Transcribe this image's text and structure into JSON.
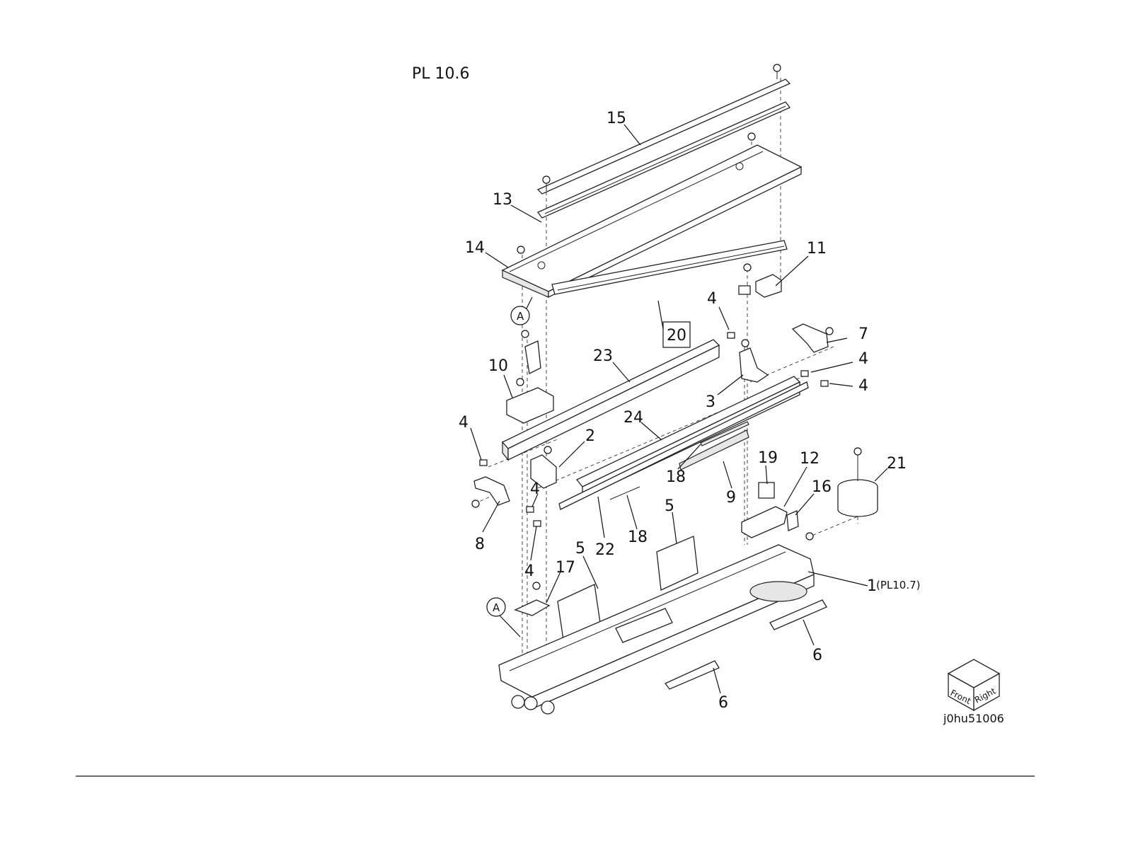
{
  "header": {
    "title": "PL 10.6"
  },
  "callouts": [
    {
      "id": "c15",
      "text": "15"
    },
    {
      "id": "c13",
      "text": "13"
    },
    {
      "id": "c14",
      "text": "14"
    },
    {
      "id": "c11",
      "text": "11"
    },
    {
      "id": "c4a",
      "text": "4"
    },
    {
      "id": "c20",
      "text": "20"
    },
    {
      "id": "c7",
      "text": "7"
    },
    {
      "id": "c23",
      "text": "23"
    },
    {
      "id": "c10",
      "text": "10"
    },
    {
      "id": "c4b",
      "text": "4"
    },
    {
      "id": "c4c",
      "text": "4"
    },
    {
      "id": "c3",
      "text": "3"
    },
    {
      "id": "c24",
      "text": "24"
    },
    {
      "id": "c4d",
      "text": "4"
    },
    {
      "id": "c2",
      "text": "2"
    },
    {
      "id": "c18a",
      "text": "18"
    },
    {
      "id": "c19",
      "text": "19"
    },
    {
      "id": "c12",
      "text": "12"
    },
    {
      "id": "c21",
      "text": "21"
    },
    {
      "id": "c4e",
      "text": "4"
    },
    {
      "id": "c9",
      "text": "9"
    },
    {
      "id": "c16",
      "text": "16"
    },
    {
      "id": "c8",
      "text": "8"
    },
    {
      "id": "c5a",
      "text": "5"
    },
    {
      "id": "c22",
      "text": "22"
    },
    {
      "id": "c18b",
      "text": "18"
    },
    {
      "id": "c5b",
      "text": "5"
    },
    {
      "id": "c4f",
      "text": "4"
    },
    {
      "id": "c17",
      "text": "17"
    },
    {
      "id": "c1",
      "text": "1"
    },
    {
      "id": "c6a",
      "text": "6"
    },
    {
      "id": "c6b",
      "text": "6"
    }
  ],
  "cross_refs": {
    "c1": "(PL10.7)"
  },
  "ref_marks": {
    "top": "A",
    "bottom": "A"
  },
  "orientation_cube": {
    "front": "Front",
    "right": "Right"
  },
  "image_code": "j0hu51006"
}
